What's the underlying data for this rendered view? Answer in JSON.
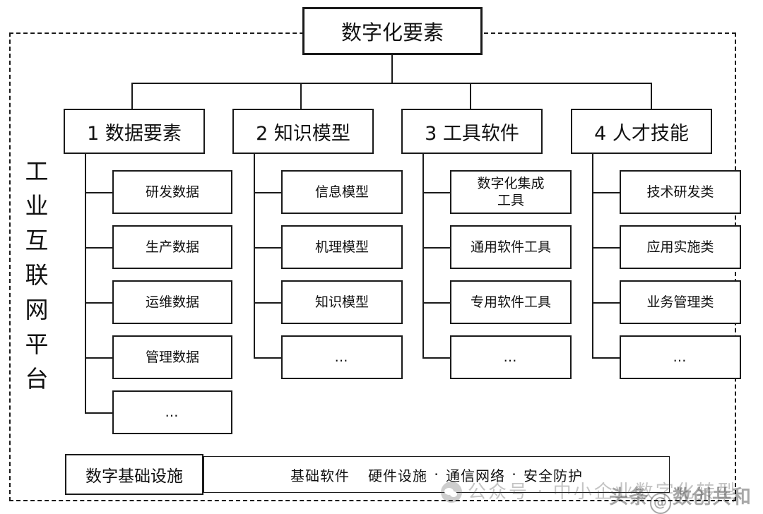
{
  "diagram": {
    "title": "数字化要素",
    "side_label": "工业互联网平台",
    "side_label_chars": [
      "工",
      "业",
      "互",
      "联",
      "网",
      "平",
      "台"
    ],
    "root": {
      "label": "数字化要素"
    },
    "categories": [
      {
        "id": "data",
        "label": "1 数据要素",
        "items": [
          "研发数据",
          "生产数据",
          "运维数据",
          "管理数据",
          "…"
        ]
      },
      {
        "id": "knowledge",
        "label": "2 知识模型",
        "items": [
          "信息模型",
          "机理模型",
          "知识模型",
          "…"
        ]
      },
      {
        "id": "tools",
        "label": "3 工具软件",
        "items": [
          "数字化集成\n工具",
          "通用软件工具",
          "专用软件工具",
          "…"
        ]
      },
      {
        "id": "talent",
        "label": "4 人才技能",
        "items": [
          "技术研发类",
          "应用实施类",
          "业务管理类",
          "…"
        ]
      }
    ],
    "infrastructure": {
      "label": "数字基础设施",
      "items": [
        "基础软件",
        "硬件设施",
        "通信网络",
        "安全防护"
      ],
      "separator": "·"
    },
    "colors": {
      "stroke": "#1a1a1a",
      "background": "#ffffff",
      "text": "#111111"
    }
  },
  "watermarks": {
    "wechat": "公众号 · 中小企业数字化转型",
    "toutiao_prefix": "头条",
    "toutiao_at": "@",
    "toutiao_name": "数创共和"
  }
}
